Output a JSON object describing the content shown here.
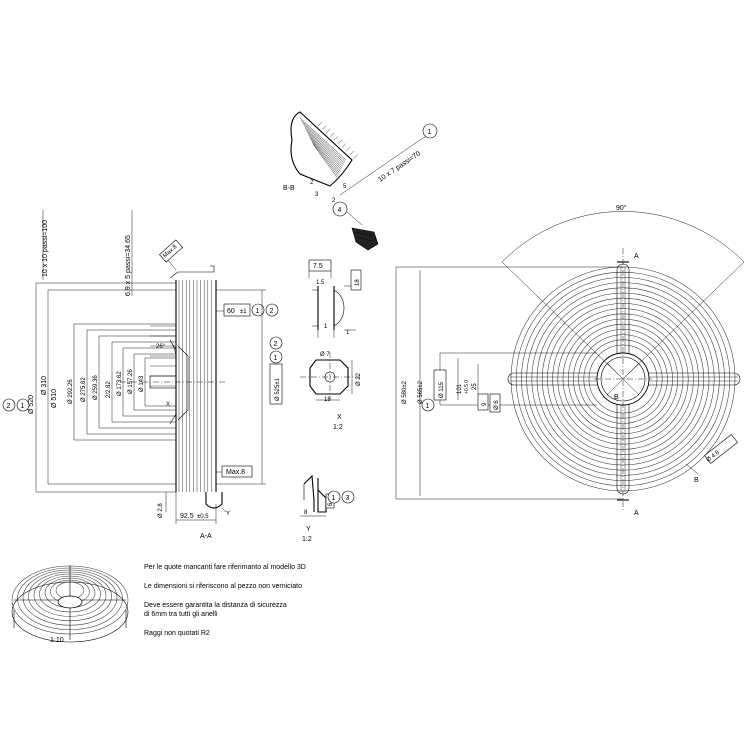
{
  "section_bb": {
    "title": "B-B",
    "dim_pitch": "10 x 7 passi=70",
    "dim_a": "2",
    "dim_b": "5",
    "dim_c": "2",
    "dim_d": "3",
    "callout_1": "1",
    "callout_4": "4"
  },
  "section_aa": {
    "title": "A-A",
    "dim_rings_top": "10 x 10 passi=100",
    "dim_rings_mid": "6.9 x 5 passi=34.65",
    "max8_top": "Max.8",
    "max8_bottom": "Max.8",
    "dim_60": "60",
    "tol_60": "±1",
    "dim_525": "Ø 525±1",
    "angle_26": "26°",
    "dim_x": "X",
    "dim_y": "Y",
    "dim_92_5": "92.5",
    "tol_92_5": "±0.5",
    "dim_2_8": "Ø 2.8",
    "ring_dims": [
      "Ø 292.26",
      "Ø 275.82",
      "Ø 259.36",
      "2/2.82",
      "Ø 173.62",
      "Ø 157.26",
      "Ø 143"
    ],
    "dim_520": "Ø 520",
    "dim_510": "Ø 510",
    "dim_310": "Ø 310",
    "callout_1": "1",
    "callout_2": "2"
  },
  "detail_x": {
    "dim_7_5": "7.5",
    "dim_1_5": "1.5",
    "dim_18_top": "18",
    "dim_1a": "1",
    "dim_1b": "1",
    "dim_7": "Ø 7",
    "dim_22": "Ø 22",
    "dim_18": "18",
    "label": "X",
    "scale": "1:2"
  },
  "detail_y": {
    "dim_8": "8",
    "dim_6": "6",
    "label": "Y",
    "scale": "1:2",
    "callout_1": "1",
    "callout_3": "3"
  },
  "front_view": {
    "angle": "90°",
    "label_a_top": "A",
    "label_a_bottom": "A",
    "label_b_center": "B",
    "label_b_bottom": "B",
    "dim_115": "Ø 115",
    "dim_101": "101",
    "tol_101": "+0.5 0",
    "dim_25": "25",
    "dim_9": "9",
    "dim_6": "Ø 6",
    "dim_4_8": "Ø 4.8",
    "dim_580": "Ø 580±2",
    "dim_565": "Ø 565±2",
    "callout_1": "1"
  },
  "notes": [
    "Per le quote mancanti fare riferimanto al modello 3D",
    "Le dimensioni si riferiscono al pezzo non verniciato",
    "Deve essere garantita la distanza di sicurezza",
    "di 6mm tra tutti gli anelli",
    "Raggi non quotati R2"
  ],
  "iso_view": {
    "scale": "1:10"
  }
}
